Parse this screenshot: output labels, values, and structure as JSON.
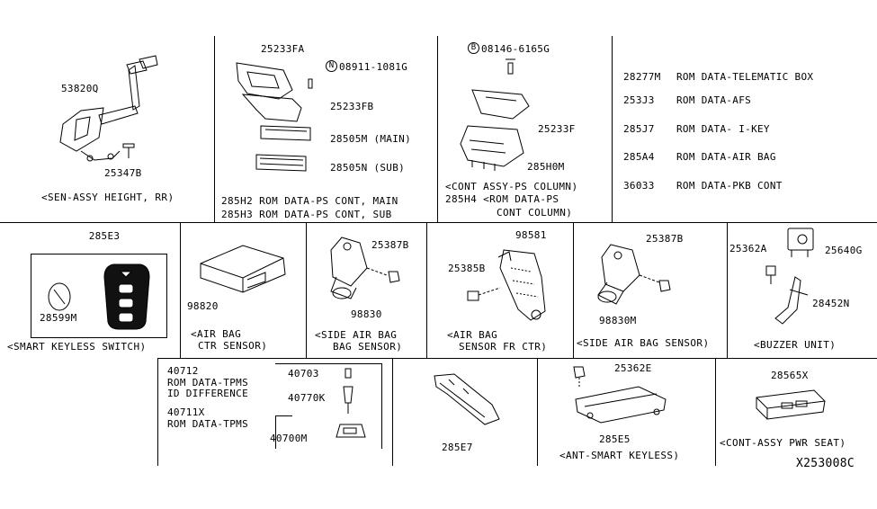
{
  "sections": {
    "height_sensor": {
      "parts": [
        "53820Q",
        "25347B"
      ],
      "caption": "<SEN-ASSY HEIGHT, RR)"
    },
    "ps_cont": {
      "parts": [
        "25233FA",
        "08911-1081G",
        "25233FB",
        "28505M (MAIN)",
        "28505N (SUB)"
      ],
      "bolt_marker": "N",
      "rom_line1": "285H2 ROM DATA-PS CONT, MAIN",
      "rom_line2": "285H3 ROM DATA-PS CONT, SUB"
    },
    "ps_column": {
      "parts": [
        "08146-6165G",
        "25233F",
        "285H0M"
      ],
      "bolt_marker": "B",
      "caption_line1": "<CONT ASSY-PS COLUMN)",
      "caption_line2": "285H4 <ROM DATA-PS",
      "caption_line3": "CONT COLUMN)"
    },
    "rom_list": [
      {
        "code": "28277M",
        "desc": "ROM DATA-TELEMATIC BOX"
      },
      {
        "code": "253J3",
        "desc": "ROM DATA-AFS"
      },
      {
        "code": "285J7",
        "desc": "ROM DATA- I-KEY"
      },
      {
        "code": "285A4",
        "desc": "ROM DATA-AIR BAG"
      },
      {
        "code": "36033",
        "desc": "ROM DATA-PKB CONT"
      }
    ],
    "smart_keyless": {
      "parts": [
        "285E3",
        "28599M"
      ],
      "caption": "<SMART KEYLESS SWITCH)"
    },
    "airbag_ctr": {
      "parts": [
        "98820"
      ],
      "caption_line1": "<AIR BAG",
      "caption_line2": "CTR SENSOR)"
    },
    "side_airbag_bag": {
      "parts": [
        "25387B",
        "98830"
      ],
      "caption_line1": "<SIDE AIR BAG",
      "caption_line2": "BAG SENSOR)"
    },
    "airbag_fr_ctr": {
      "parts": [
        "98581",
        "25385B"
      ],
      "caption_line1": "<AIR BAG",
      "caption_line2": "SENSOR FR CTR)"
    },
    "side_airbag": {
      "parts": [
        "25387B",
        "98830M"
      ],
      "caption": "<SIDE AIR BAG SENSOR)"
    },
    "buzzer": {
      "parts": [
        "25362A",
        "25640G",
        "28452N"
      ],
      "caption": "<BUZZER UNIT)"
    },
    "tpms": {
      "rom1_code": "40712",
      "rom1_line1": "ROM DATA-TPMS",
      "rom1_line2": "ID DIFFERENCE",
      "rom2_code": "40711X",
      "rom2_line1": "ROM DATA-TPMS",
      "parts": [
        "40703",
        "40770K",
        "40700M"
      ]
    },
    "bracket": {
      "parts": [
        "285E7"
      ]
    },
    "ant_keyless": {
      "parts": [
        "25362E",
        "285E5"
      ],
      "caption": "<ANT-SMART KEYLESS)"
    },
    "pwr_seat": {
      "parts": [
        "28565X"
      ],
      "caption": "<CONT-ASSY PWR SEAT)"
    }
  },
  "diagram_code": "X253008C"
}
